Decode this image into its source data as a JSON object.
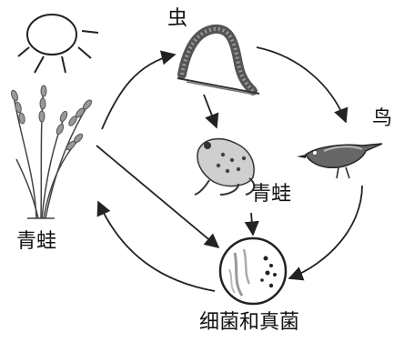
{
  "labels": {
    "insect": "虫",
    "bird": "鸟",
    "frog": "青蛙",
    "rice": "青蛙",
    "microbes": "细菌和真菌"
  },
  "icons": {
    "sun": "sun-icon",
    "rice": "rice-plant-icon",
    "insect": "caterpillar-icon",
    "frog": "frog-icon",
    "bird": "bird-icon",
    "microbes": "microbe-dish-icon"
  },
  "colors": {
    "stroke": "#222222",
    "fill_dark": "#555555",
    "fill_light": "#bbbbbb"
  }
}
